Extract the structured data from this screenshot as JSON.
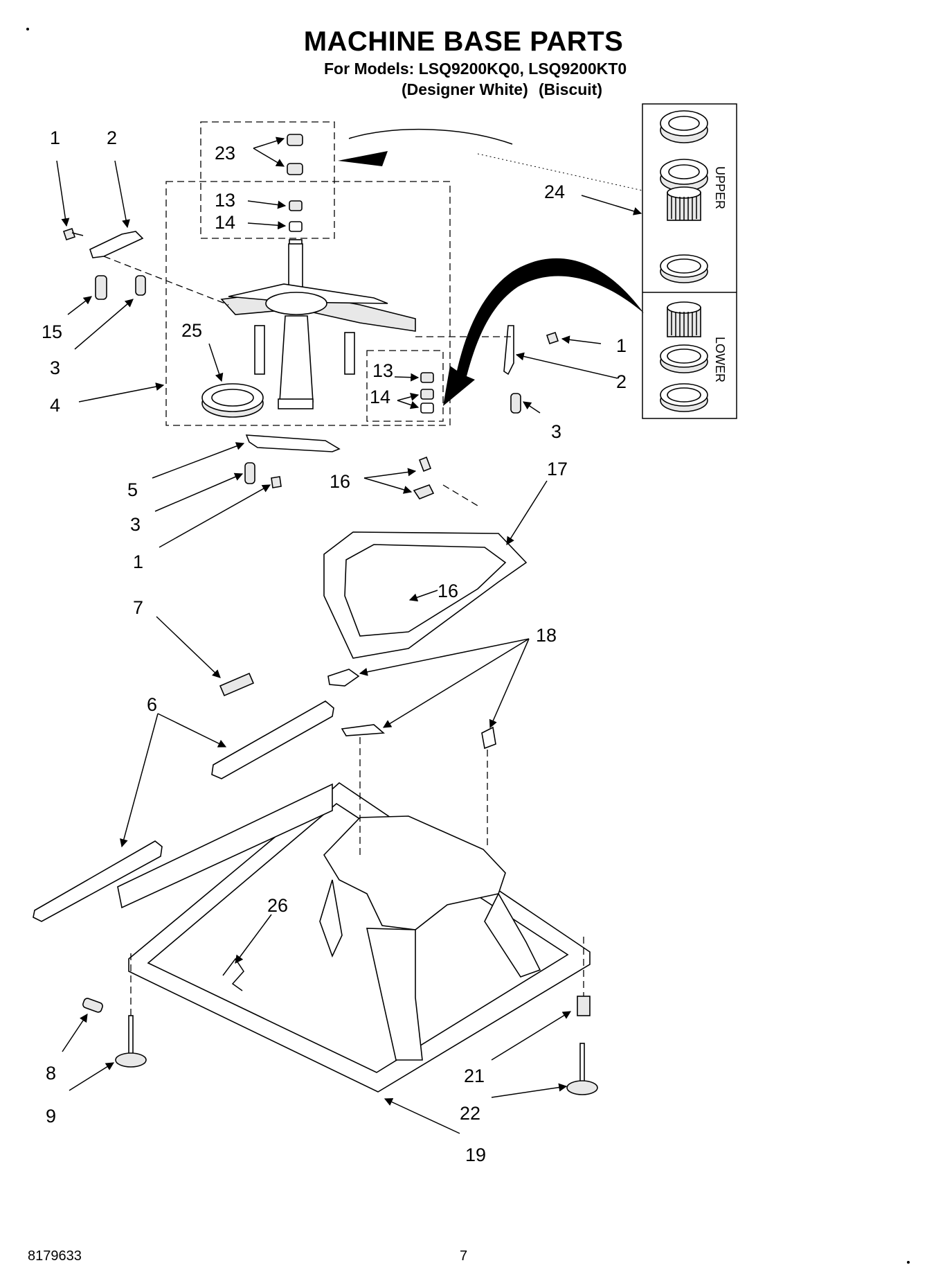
{
  "header": {
    "title": "MACHINE BASE PARTS",
    "models_line": "For Models: LSQ9200KQ0, LSQ9200KT0",
    "color_white": "(Designer White)",
    "color_biscuit": "(Biscuit)"
  },
  "inset": {
    "upper_label": "UPPER",
    "lower_label": "LOWER"
  },
  "callouts": {
    "c1a": "1",
    "c2a": "2",
    "c23": "23",
    "c13a": "13",
    "c14a": "14",
    "c24": "24",
    "c15": "15",
    "c3a": "3",
    "c25": "25",
    "c4": "4",
    "c13b": "13",
    "c14b": "14",
    "c1b": "1",
    "c2b": "2",
    "c3b": "3",
    "c5": "5",
    "c3c": "3",
    "c1c": "1",
    "c16a": "16",
    "c17": "17",
    "c16b": "16",
    "c7": "7",
    "c18": "18",
    "c6": "6",
    "c26": "26",
    "c8": "8",
    "c9": "9",
    "c21": "21",
    "c22": "22",
    "c19": "19"
  },
  "footer": {
    "doc_number": "8179633",
    "page_number": "7"
  }
}
